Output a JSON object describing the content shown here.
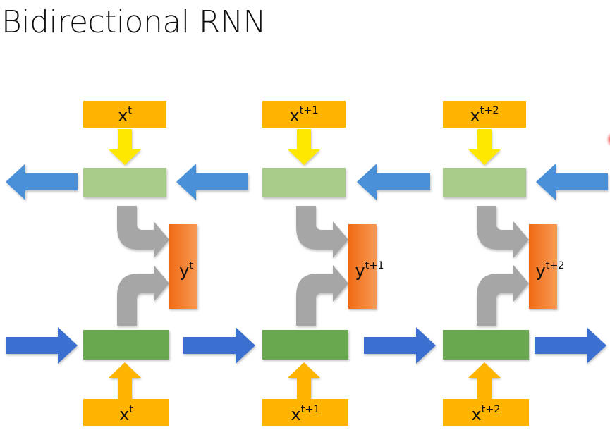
{
  "title": "Bidirectional RNN",
  "colors": {
    "input_box": "#FFB400",
    "down_arrow": "#FFE800",
    "up_arrow": "#FFB400",
    "backward_cell": "#A9CB8A",
    "forward_cell": "#6AA84F",
    "backward_arrow": "#4A90D9",
    "forward_arrow": "#3A6FD0",
    "merge_arrow": "#A6A6A6",
    "output_box": "#F57C20"
  },
  "timesteps": [
    {
      "input_base": "x",
      "input_sup": "t",
      "output_base": "y",
      "output_sup": "t"
    },
    {
      "input_base": "x",
      "input_sup": "t+1",
      "output_base": "y",
      "output_sup": "t+1"
    },
    {
      "input_base": "x",
      "input_sup": "t+2",
      "output_base": "y",
      "output_sup": "t+2"
    }
  ]
}
